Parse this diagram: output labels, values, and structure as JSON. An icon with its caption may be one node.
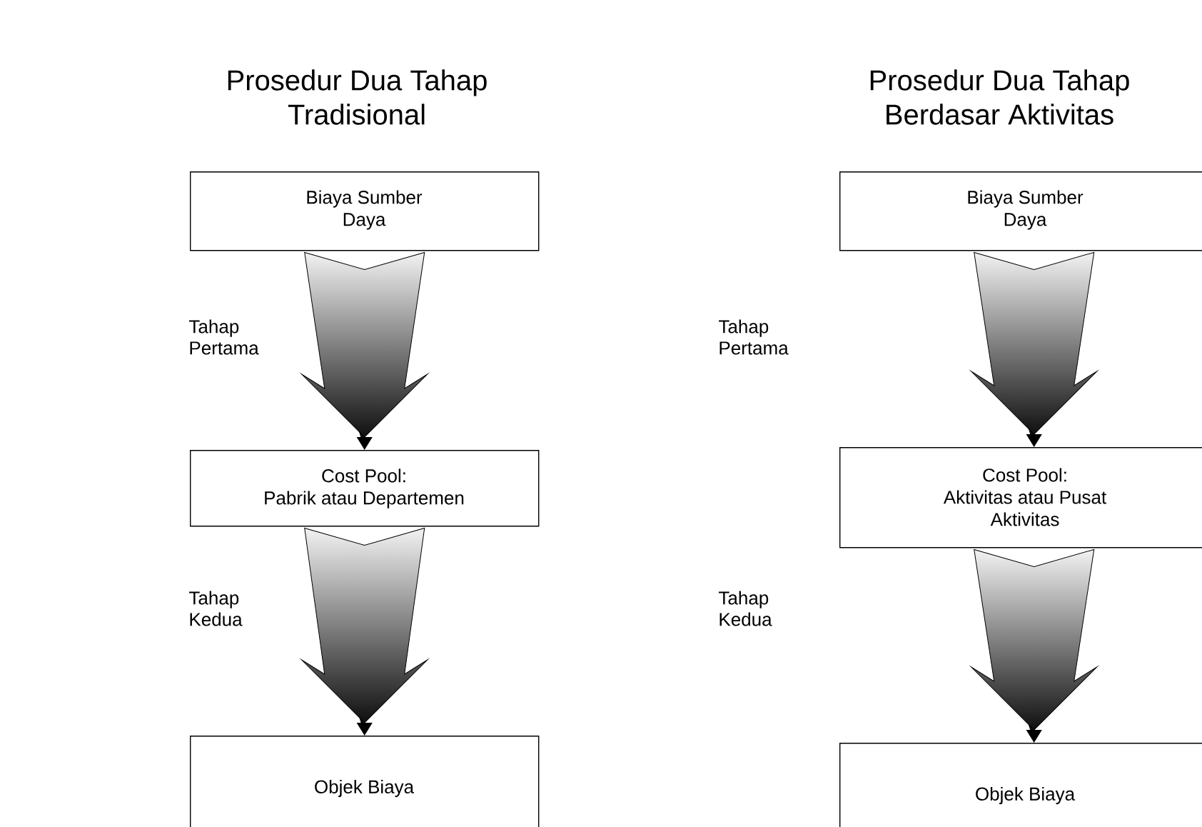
{
  "diagram": {
    "nodes": [
      {
        "text": [
          "Biaya Sumber Daya"
        ]
      },
      {
        "text": [
          "Cost Pool:",
          "Pabrik atau Departemen"
        ]
      },
      {
        "text": [
          "Objek Biaya"
        ]
      },
      {
        "text": [
          "Biaya Sumber Daya"
        ]
      },
      {
        "text": [
          "Cost Pool:",
          "Aktivitas atau Pusat Aktivitas"
        ]
      },
      {
        "text": [
          "Objek Biaya"
        ]
      }
    ],
    "edges": [
      {
        "from": 0,
        "to": 1,
        "arrow": "to"
      },
      {
        "from": 1,
        "to": 2,
        "arrow": "to"
      },
      {
        "from": 3,
        "to": 4,
        "arrow": "to"
      },
      {
        "from": 4,
        "to": 5,
        "arrow": "to"
      }
    ],
    "labels": [
      "Prosedur Dua Tahap Tradisional",
      "Prosedur Dua Tahap Berdasar Aktivitas",
      "Tahap Pertama",
      "Tahap Pertama",
      "Tahap Kedua",
      "Tahap Kedua"
    ]
  }
}
